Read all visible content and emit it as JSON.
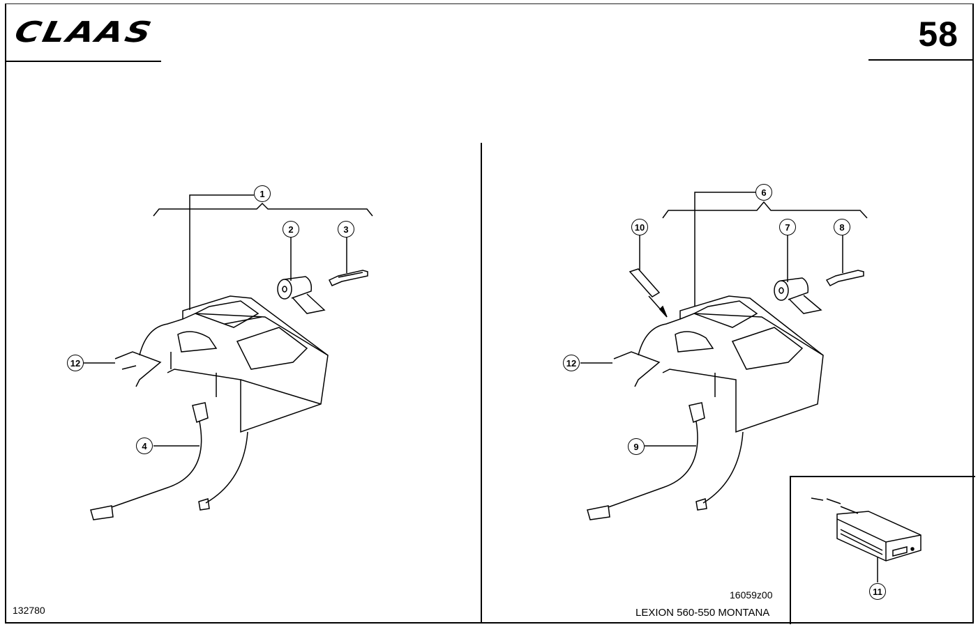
{
  "header": {
    "brand": "CLAAS",
    "page_number": "58"
  },
  "footer": {
    "drawing_number": "132780",
    "reference_code": "16059z00",
    "model": "LEXION 560-550 MONTANA"
  },
  "callouts": {
    "left": [
      "1",
      "2",
      "3",
      "4",
      "12"
    ],
    "right": [
      "6",
      "7",
      "8",
      "9",
      "10",
      "12"
    ],
    "inset": [
      "11"
    ]
  },
  "icons": {
    "left_assembly": "printer-housing-icon",
    "right_assembly": "printer-housing-icon",
    "paper_roll": "paper-roll-icon",
    "bracket": "bracket-icon",
    "cable": "cable-connector-icon",
    "card": "data-card-icon",
    "module": "electronic-module-icon"
  }
}
